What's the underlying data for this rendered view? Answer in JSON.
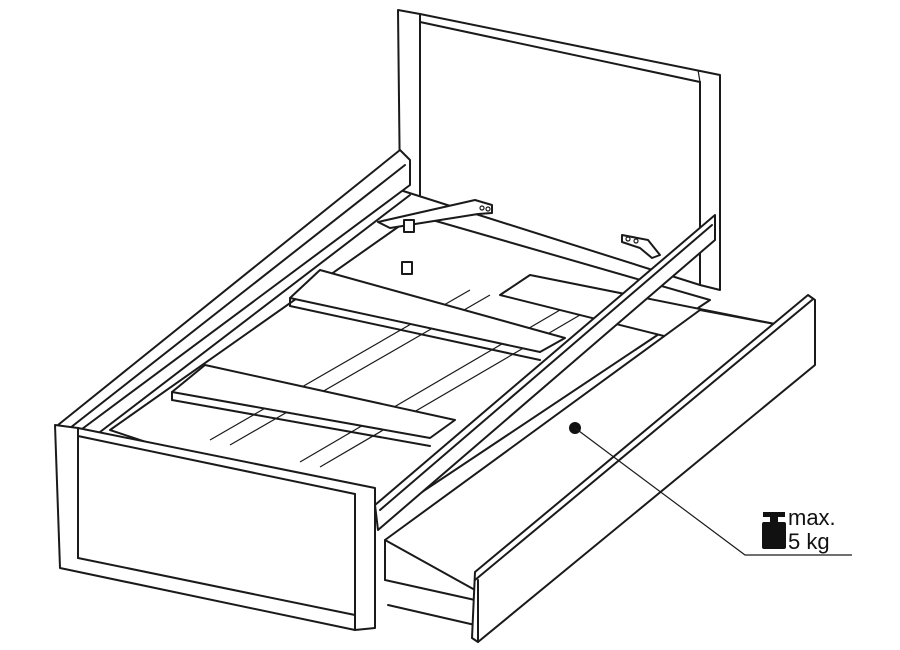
{
  "diagram": {
    "subject": "bed-with-drawer",
    "weight_label": {
      "line1": "max.",
      "line2": "5 kg"
    },
    "icon": "weight-icon"
  }
}
